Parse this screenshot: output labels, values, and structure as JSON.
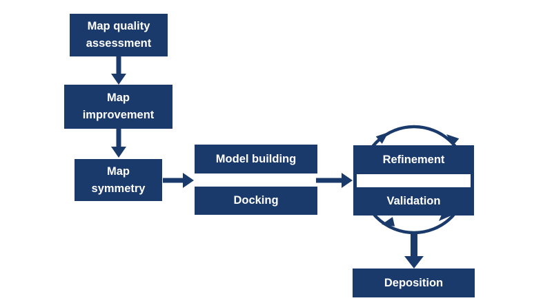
{
  "diagram": {
    "type": "flowchart",
    "background_color": "#ffffff",
    "node_color": "#1b3a6c",
    "text_color": "#ffffff",
    "arrow_color": "#1b3a6c",
    "nodes": [
      {
        "id": "map-quality-assessment",
        "label": "Map quality\nassessment"
      },
      {
        "id": "map-improvement",
        "label": "Map\nimprovement"
      },
      {
        "id": "map-symmetry",
        "label": "Map\nsymmetry"
      },
      {
        "id": "model-building",
        "label": "Model building"
      },
      {
        "id": "docking",
        "label": "Docking"
      },
      {
        "id": "refinement",
        "label": "Refinement"
      },
      {
        "id": "validation",
        "label": "Validation"
      },
      {
        "id": "deposition",
        "label": "Deposition"
      }
    ],
    "edges": [
      {
        "from": "map-quality-assessment",
        "to": "map-improvement",
        "style": "straight-arrow"
      },
      {
        "from": "map-improvement",
        "to": "map-symmetry",
        "style": "straight-arrow"
      },
      {
        "from": "map-symmetry",
        "to": "model-building / docking",
        "style": "straight-arrow"
      },
      {
        "from": "model-building / docking",
        "to": "refinement / validation",
        "style": "straight-arrow"
      },
      {
        "from": "refinement",
        "to": "validation",
        "style": "circular-iteration-cycle"
      },
      {
        "from": "refinement / validation",
        "to": "deposition",
        "style": "straight-arrow"
      }
    ]
  }
}
